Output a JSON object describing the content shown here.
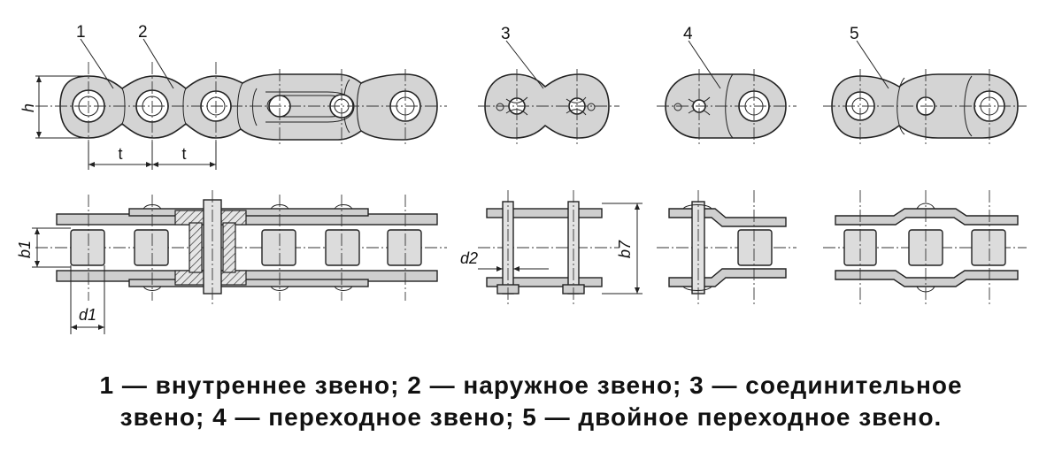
{
  "labels": {
    "n1": "1",
    "n2": "2",
    "n3": "3",
    "n4": "4",
    "n5": "5"
  },
  "dimensions": {
    "h": "h",
    "t1": "t",
    "t2": "t",
    "b1": "b1",
    "d1": "d1",
    "d2": "d2",
    "b7": "b7"
  },
  "caption": {
    "line1": "1 — внутреннее звено; 2 — наружное звено; 3 — соединительное",
    "line2": "звено; 4 — переходное звено; 5 — двойное переходное звено."
  }
}
